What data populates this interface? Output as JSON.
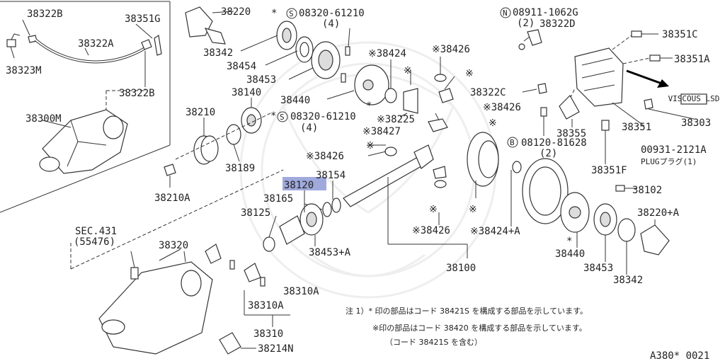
{
  "labels": {
    "l38322B_a": "38322B",
    "l38351G": "38351G",
    "l38322A": "38322A",
    "l38323M": "38323M",
    "l38322B_b": "38322B",
    "l38300M": "38300M",
    "l38220": "38220",
    "l38342_a": "38342",
    "l38454": "38454",
    "l38453_a": "38453",
    "l38440_a": "38440",
    "l08320_top": "08320-61210",
    "l08320_top_qty": "(4)",
    "l38424_a": "※38424",
    "l38426_a": "※38426",
    "l08911": "08911-1062G",
    "l08911_qty": "(2)",
    "l38322D": "38322D",
    "l38351C": "38351C",
    "l38351A": "38351A",
    "l38140": "38140",
    "l38210": "38210",
    "l08320_mid": "08320-61210",
    "l08320_mid_qty": "(4)",
    "l38225": "※38225",
    "l38427": "※38427",
    "l38322C": "38322C",
    "l38426_b": "※38426",
    "l38355": "38355",
    "l38351": "38351",
    "l38303": "38303",
    "l38189": "38189",
    "l38426_c": "※38426",
    "l08120": "08120-81628",
    "l08120_qty": "(2)",
    "l00931": "00931-2121A",
    "l_plug": "PLUGプラグ(1)",
    "l38351F": "38351F",
    "l38210A": "38210A",
    "l38154": "38154",
    "l38120": "38120",
    "l38165": "38165",
    "l38102": "38102",
    "l38125": "38125",
    "l38220A": "38220+A",
    "l38426_d": "※38426",
    "l38424A": "※38424+A",
    "l38440_b": "38440",
    "l38453A": "38453+A",
    "l_sec431": "SEC.431",
    "l_55476": "(55476)",
    "l38320": "38320",
    "l38100": "38100",
    "l38453_b": "38453",
    "l38342_b": "38342",
    "l38310A_a": "38310A",
    "l38310A_b": "38310A",
    "l38310": "38310",
    "l38214N": "38214N",
    "viscous_badge": "VISCOUS LSD",
    "s_mark": "S",
    "n_mark": "N",
    "b_mark": "B",
    "star_a": "*",
    "star_b": "*",
    "star_c": "*",
    "star_d": "*",
    "kome_a": "※",
    "kome_b": "※",
    "kome_c": "※",
    "kome_d": "※",
    "kome_e": "※",
    "kome_f": "※"
  },
  "notes": {
    "note1": "注 1）* 印の部品はコード 38421S を構成する部品を示しています。",
    "note2": "※印の部品はコード 38420 を構成する部品を示しています。",
    "note3": "（コード 38421S を含む）",
    "figure_id": "A380* 0021"
  },
  "highlight": {
    "part": "38120",
    "color": "#8f9ad6"
  }
}
